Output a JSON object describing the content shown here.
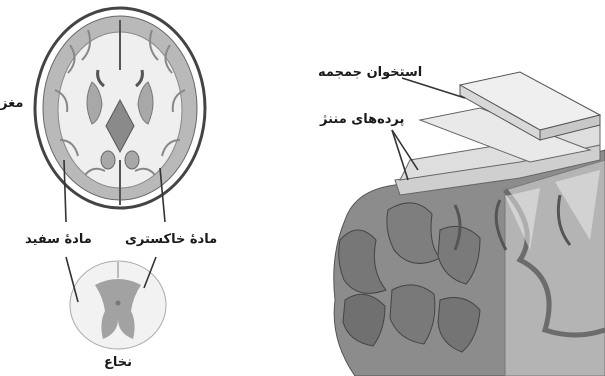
{
  "labels": {
    "brain": "مغز",
    "white_matter": "مادهٔ سفید",
    "gray_matter": "مادهٔ خاکستری",
    "spinal_cord": "نخاع",
    "skull_bone": "استخوان جمجمه",
    "meninges": "پرده‌های مننژ"
  },
  "colors": {
    "white_matter": "#f2f2f2",
    "gray_matter": "#9a9a9a",
    "outline": "#333333",
    "cortex_surface": "#7d7d7d",
    "bone": "#e6e6e6"
  }
}
